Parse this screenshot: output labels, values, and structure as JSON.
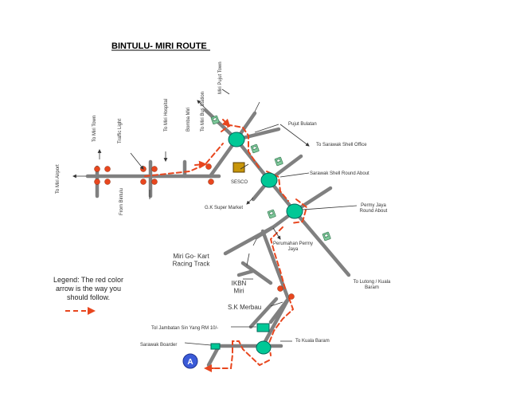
{
  "title": "BINTULU- MIRI ROUTE",
  "colors": {
    "road": "#808080",
    "route": "#e8461e",
    "roundabout": "#00c896",
    "roundabout_stroke": "#00665a",
    "sesco_box": "#c8960a",
    "toll_box": "#00c896",
    "signal": "#e8461e",
    "marker": "#3a5ad8",
    "pump": "#7ec89a"
  },
  "labels": {
    "to_miri_airport": "To Miri Airport",
    "to_miri_town": "To Miri Town",
    "traffic_light": "Traffic Light",
    "from_bintulu": "From Bintulu",
    "to_miri_hospital": "To Miri Hospital",
    "bomba_miri": "Bomba Miri",
    "to_miri_bus_station": "To Miri Bus Station",
    "miri_pujut_town": "Miri Pujut Town",
    "pujut_bulatan": "Pujut Bulatan",
    "to_sarawak_shell_office": "To Sarawak Shell Office",
    "sesco": "SESCO",
    "sarawak_shell_round_about": "Sarawak Shell Round About",
    "gk_super_market": "G.K Super Market",
    "permy_jaya_round_about": "Permy Jaya\nRound About",
    "perumahan_permy_jaya": "Perumahan Permy\nJaya",
    "miri_go_kart": "Miri Go- Kart\nRacing Track",
    "ikbn_miri": "IKBN\nMiri",
    "sk_merbau": "S.K Merbau",
    "to_lutong_baram": "To Lutong / Kuala\nBaram",
    "tol_jambatan": "Tol Jambatan Sin Yang RM 10/-",
    "sarawak_boarder": "Sarawak Boarder",
    "to_kuala_baram": "To Kuala Baram",
    "marker_a": "A"
  },
  "legend": {
    "text": "Legend: The red color arrow is the way you should follow."
  }
}
